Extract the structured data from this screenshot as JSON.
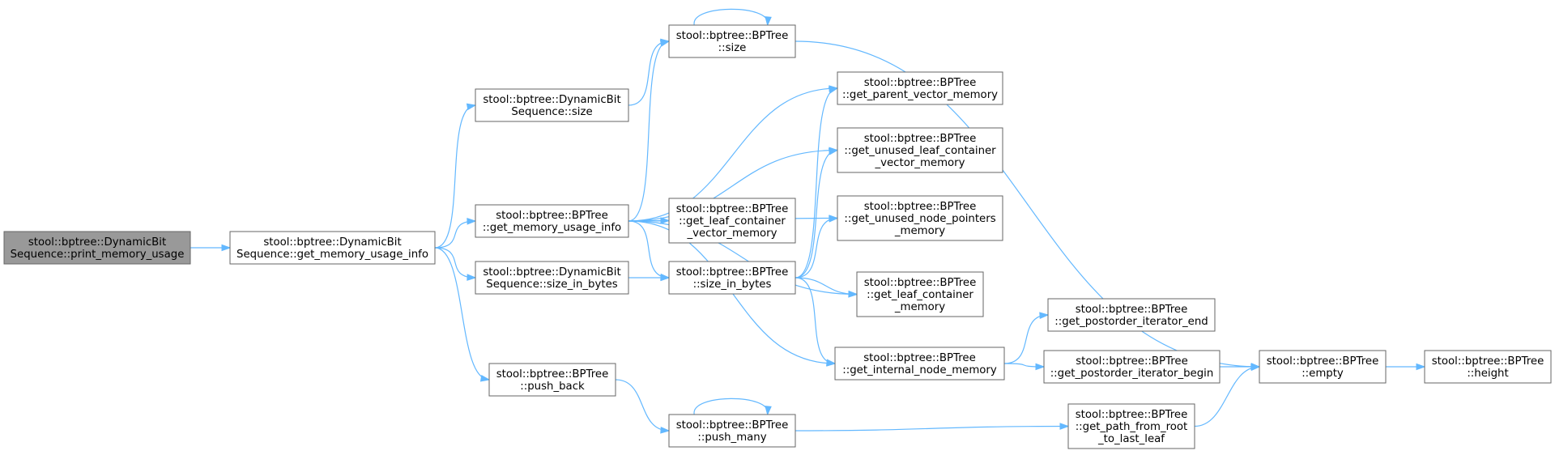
{
  "colors": {
    "edge": "#63b8ff",
    "node_border": "#666666",
    "node_fill": "#ffffff",
    "root_fill": "#999999",
    "text": "#000000"
  },
  "nodes": [
    {
      "id": "print_memory_usage",
      "lines": [
        "stool::bptree::DynamicBit",
        "Sequence::print_memory_usage"
      ],
      "root": true
    },
    {
      "id": "dbs_get_memory_usage_info",
      "lines": [
        "stool::bptree::DynamicBit",
        "Sequence::get_memory_usage_info"
      ]
    },
    {
      "id": "dbs_size",
      "lines": [
        "stool::bptree::DynamicBit",
        "Sequence::size"
      ]
    },
    {
      "id": "bpt_get_memory_usage_info",
      "lines": [
        "stool::bptree::BPTree",
        "::get_memory_usage_info"
      ]
    },
    {
      "id": "dbs_size_in_bytes",
      "lines": [
        "stool::bptree::DynamicBit",
        "Sequence::size_in_bytes"
      ]
    },
    {
      "id": "bpt_push_back",
      "lines": [
        "stool::bptree::BPTree",
        "::push_back"
      ]
    },
    {
      "id": "bpt_size",
      "lines": [
        "stool::bptree::BPTree",
        "::size"
      ]
    },
    {
      "id": "bpt_get_leaf_container_vector_memory",
      "lines": [
        "stool::bptree::BPTree",
        "::get_leaf_container",
        "_vector_memory"
      ]
    },
    {
      "id": "bpt_size_in_bytes",
      "lines": [
        "stool::bptree::BPTree",
        "::size_in_bytes"
      ]
    },
    {
      "id": "bpt_push_many",
      "lines": [
        "stool::bptree::BPTree",
        "::push_many"
      ]
    },
    {
      "id": "bpt_get_parent_vector_memory",
      "lines": [
        "stool::bptree::BPTree",
        "::get_parent_vector_memory"
      ]
    },
    {
      "id": "bpt_get_unused_leaf_container_vector_memory",
      "lines": [
        "stool::bptree::BPTree",
        "::get_unused_leaf_container",
        "_vector_memory"
      ]
    },
    {
      "id": "bpt_get_unused_node_pointers_memory",
      "lines": [
        "stool::bptree::BPTree",
        "::get_unused_node_pointers",
        "_memory"
      ]
    },
    {
      "id": "bpt_get_leaf_container_memory",
      "lines": [
        "stool::bptree::BPTree",
        "::get_leaf_container",
        "_memory"
      ]
    },
    {
      "id": "bpt_get_internal_node_memory",
      "lines": [
        "stool::bptree::BPTree",
        "::get_internal_node_memory"
      ]
    },
    {
      "id": "bpt_get_postorder_iterator_end",
      "lines": [
        "stool::bptree::BPTree",
        "::get_postorder_iterator_end"
      ]
    },
    {
      "id": "bpt_get_postorder_iterator_begin",
      "lines": [
        "stool::bptree::BPTree",
        "::get_postorder_iterator_begin"
      ]
    },
    {
      "id": "bpt_get_path_from_root_to_last_leaf",
      "lines": [
        "stool::bptree::BPTree",
        "::get_path_from_root",
        "_to_last_leaf"
      ]
    },
    {
      "id": "bpt_empty",
      "lines": [
        "stool::bptree::BPTree",
        "::empty"
      ]
    },
    {
      "id": "bpt_height",
      "lines": [
        "stool::bptree::BPTree",
        "::height"
      ]
    }
  ],
  "edges": [
    {
      "from": "print_memory_usage",
      "to": "dbs_get_memory_usage_info"
    },
    {
      "from": "dbs_get_memory_usage_info",
      "to": "dbs_size"
    },
    {
      "from": "dbs_get_memory_usage_info",
      "to": "bpt_get_memory_usage_info"
    },
    {
      "from": "dbs_get_memory_usage_info",
      "to": "dbs_size_in_bytes"
    },
    {
      "from": "dbs_get_memory_usage_info",
      "to": "bpt_push_back"
    },
    {
      "from": "dbs_size",
      "to": "bpt_size"
    },
    {
      "from": "bpt_get_memory_usage_info",
      "to": "bpt_size"
    },
    {
      "from": "bpt_get_memory_usage_info",
      "to": "bpt_get_parent_vector_memory"
    },
    {
      "from": "bpt_get_memory_usage_info",
      "to": "bpt_get_unused_leaf_container_vector_memory"
    },
    {
      "from": "bpt_get_memory_usage_info",
      "to": "bpt_get_unused_node_pointers_memory"
    },
    {
      "from": "bpt_get_memory_usage_info",
      "to": "bpt_get_leaf_container_vector_memory"
    },
    {
      "from": "bpt_get_memory_usage_info",
      "to": "bpt_size_in_bytes"
    },
    {
      "from": "bpt_get_memory_usage_info",
      "to": "bpt_get_leaf_container_memory"
    },
    {
      "from": "bpt_get_memory_usage_info",
      "to": "bpt_get_internal_node_memory"
    },
    {
      "from": "dbs_size_in_bytes",
      "to": "bpt_size_in_bytes"
    },
    {
      "from": "bpt_push_back",
      "to": "bpt_push_many"
    },
    {
      "from": "bpt_size",
      "to": "bpt_size"
    },
    {
      "from": "bpt_size",
      "to": "bpt_empty"
    },
    {
      "from": "bpt_size_in_bytes",
      "to": "bpt_get_parent_vector_memory"
    },
    {
      "from": "bpt_size_in_bytes",
      "to": "bpt_get_unused_leaf_container_vector_memory"
    },
    {
      "from": "bpt_size_in_bytes",
      "to": "bpt_get_unused_node_pointers_memory"
    },
    {
      "from": "bpt_size_in_bytes",
      "to": "bpt_get_leaf_container_memory"
    },
    {
      "from": "bpt_size_in_bytes",
      "to": "bpt_get_internal_node_memory"
    },
    {
      "from": "bpt_push_many",
      "to": "bpt_push_many"
    },
    {
      "from": "bpt_push_many",
      "to": "bpt_get_path_from_root_to_last_leaf"
    },
    {
      "from": "bpt_get_internal_node_memory",
      "to": "bpt_get_postorder_iterator_end"
    },
    {
      "from": "bpt_get_internal_node_memory",
      "to": "bpt_get_postorder_iterator_begin"
    },
    {
      "from": "bpt_get_postorder_iterator_begin",
      "to": "bpt_empty"
    },
    {
      "from": "bpt_get_path_from_root_to_last_leaf",
      "to": "bpt_empty"
    },
    {
      "from": "bpt_empty",
      "to": "bpt_height"
    }
  ]
}
